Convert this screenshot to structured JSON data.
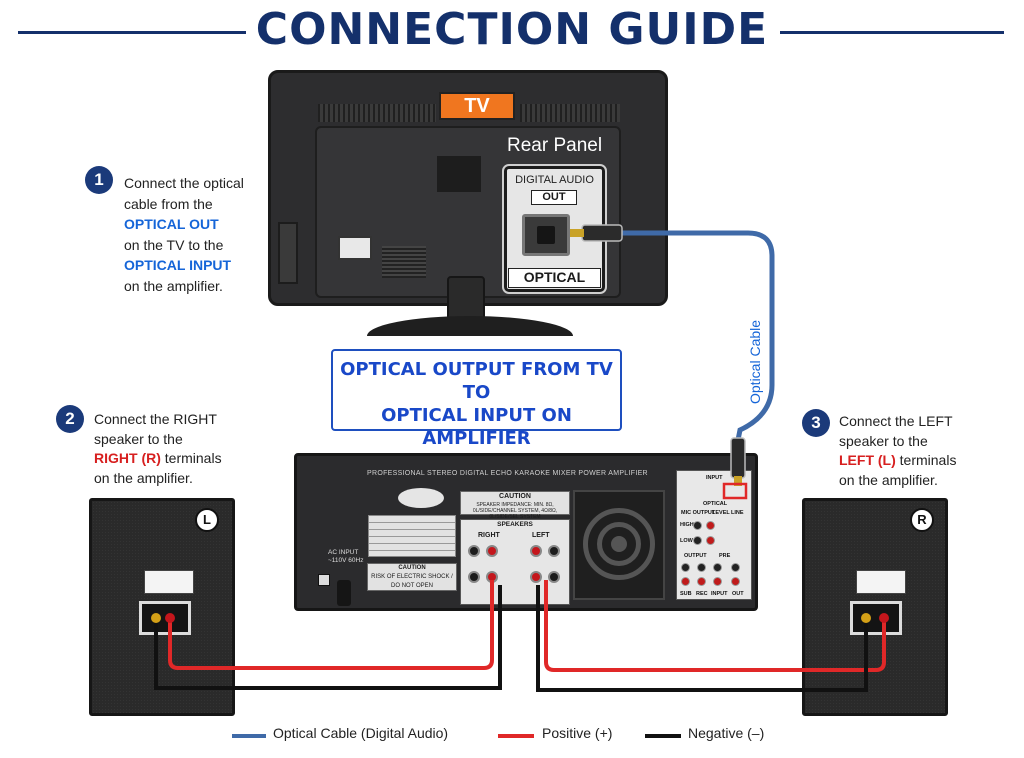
{
  "title": "CONNECTION GUIDE",
  "colors": {
    "title": "#14306b",
    "step_badge": "#1b3a7a",
    "highlight_blue": "#1565d8",
    "highlight_red": "#d71f1f",
    "optical_cable": "#3f6aa8",
    "positive_wire": "#e02828",
    "negative_wire": "#111111",
    "tv_label": "#f0761f"
  },
  "steps": [
    {
      "number": "1",
      "lines": [
        "Connect the optical",
        "cable from the",
        "OPTICAL OUT",
        "on the TV to the",
        "OPTICAL INPUT",
        "on the amplifier."
      ]
    },
    {
      "number": "2",
      "line1": "Connect the RIGHT",
      "line2": "speaker to the",
      "highlight": "RIGHT (R)",
      "line3_rest": " terminals",
      "line4": "on the amplifier."
    },
    {
      "number": "3",
      "line1": "Connect the LEFT",
      "line2": "speaker to the",
      "highlight": "LEFT (L)",
      "line3_rest": " terminals",
      "line4": "on the amplifier."
    }
  ],
  "tv": {
    "label": "TV",
    "rear_panel": "Rear Panel",
    "digital_audio": "DIGITAL AUDIO",
    "out": "OUT",
    "optical": "OPTICAL"
  },
  "cable_label": "Optical Cable",
  "banner": {
    "line1": "OPTICAL OUTPUT FROM TV",
    "line2": "TO",
    "line3": "OPTICAL INPUT ON AMPLIFIER"
  },
  "amplifier": {
    "header": "PROFESSIONAL STEREO DIGITAL ECHO KARAOKE MIXER POWER AMPLIFIER",
    "caution_top_title": "CAUTION",
    "caution_top_text": "SPEAKER IMPEDANCE: MIN. 8Ω, 0L/SIDE/CHANNEL SYSTEM, 4Ω/8Ω, 0L/SIDE/SEL SYSTEM",
    "caution_left_title": "CAUTION",
    "caution_left_text": "RISK OF ELECTRIC SHOCK / DO NOT OPEN",
    "ac_input": "AC INPUT",
    "ac_voltage": "~110V 60Hz",
    "speakers_title": "SPEAKERS",
    "right": "RIGHT",
    "left": "LEFT",
    "input": "INPUT",
    "optical": "OPTICAL",
    "mic_output": "MIC OUTPUT",
    "level": "LEVEL",
    "line": "LINE",
    "high": "HIGH",
    "low": "LOW",
    "output": "OUTPUT",
    "pre": "PRE",
    "sub": "SUB",
    "rec": "REC",
    "input2": "INPUT",
    "out": "OUT"
  },
  "speakers": {
    "left_badge": "L",
    "right_badge": "R"
  },
  "legend": [
    {
      "label": "Optical Cable (Digital Audio)",
      "color": "#3f6aa8"
    },
    {
      "label": "Positive (+)",
      "color": "#e02828"
    },
    {
      "label": "Negative (–)",
      "color": "#111111"
    }
  ]
}
